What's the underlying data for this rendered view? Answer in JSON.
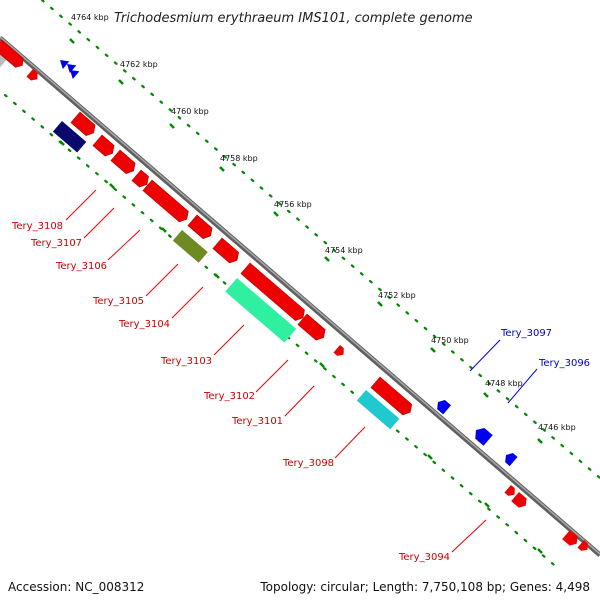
{
  "title": "Trichodesmium erythraeum IMS101, complete genome",
  "footer": {
    "accession": "Accession: NC_008312",
    "topology": "Topology: circular; Length: 7,750,108 bp; Genes: 4,498"
  },
  "colors": {
    "forward_genes": "#ee0000",
    "reverse_genes": "#0000ee",
    "backbone": "#808080",
    "ticks": "#008800",
    "navy_feature": "#0a0a6e",
    "olive_feature": "#6e8b23",
    "aquamarine_feature": "#2ef0a0",
    "cyan_feature": "#20c8d0",
    "grey_feature": "#bbbbbb"
  },
  "scale_labels": [
    "4764 kbp",
    "4762 kbp",
    "4760 kbp",
    "4758 kbp",
    "4756 kbp",
    "4754 kbp",
    "4752 kbp",
    "4750 kbp",
    "4748 kbp",
    "4746 kbp"
  ],
  "gene_labels": {
    "forward": [
      "Tery_3108",
      "Tery_3107",
      "Tery_3106",
      "Tery_3105",
      "Tery_3104",
      "Tery_3103",
      "Tery_3102",
      "Tery_3101",
      "Tery_3098",
      "Tery_3094"
    ],
    "reverse": [
      "Tery_3097",
      "Tery_3096"
    ]
  }
}
